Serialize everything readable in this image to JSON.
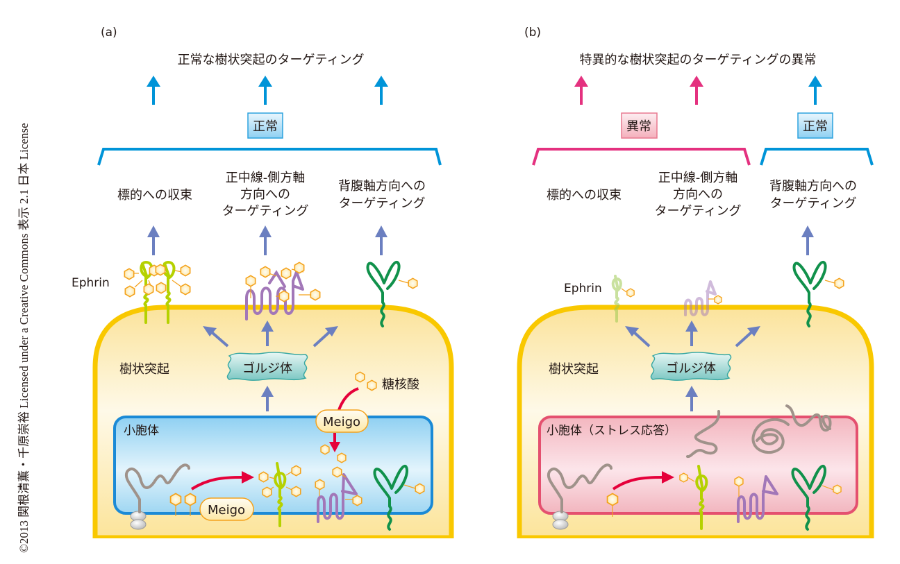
{
  "credit": "©2013 関根清薫・千原崇裕 Licensed under a Creative Commons 表示 2.1 日本 License",
  "panels": [
    {
      "id": "a",
      "label": "(a)",
      "title": "正常な樹状突起のターゲティング",
      "badges": [
        {
          "text": "正常",
          "status": "normal"
        }
      ],
      "targets": [
        "標的への収束",
        "正中線-側方軸",
        "方向への",
        "ターゲティング",
        "背腹軸方向への",
        "ターゲティング"
      ],
      "ephrin_label": "Ephrin",
      "dendrite_label": "樹状突起",
      "golgi_label": "ゴルジ体",
      "sugar_label": "糖核酸",
      "er_label": "小胞体",
      "meigo_label": "Meigo",
      "meigo_label_2": "Meigo"
    },
    {
      "id": "b",
      "label": "(b)",
      "title": "特異的な樹状突起のターゲティングの異常",
      "badges": [
        {
          "text": "異常",
          "status": "abnormal"
        },
        {
          "text": "正常",
          "status": "normal"
        }
      ],
      "targets": [
        "標的への収束",
        "正中線-側方軸",
        "方向への",
        "ターゲティング",
        "背腹軸方向への",
        "ターゲティング"
      ],
      "ephrin_label": "Ephrin",
      "dendrite_label": "樹状突起",
      "golgi_label": "ゴルジ体",
      "er_label": "小胞体（ストレス応答）"
    }
  ],
  "colors": {
    "normal": "#0094d8",
    "abnormal": "#e4317f",
    "transport_arrow": "#6b7fc0",
    "membrane": "#f9c800",
    "cytoplasm_top": "#fbe49a",
    "er_normal": "#1b8ad6",
    "er_stress": "#e4506f",
    "meigo_arrow": "#e5003a",
    "sugar": "#f4a21c",
    "ephrin": "#b5d100",
    "purple_protein": "#a277b8",
    "green_protein": "#10914b",
    "unfolded": "#9f928a"
  }
}
